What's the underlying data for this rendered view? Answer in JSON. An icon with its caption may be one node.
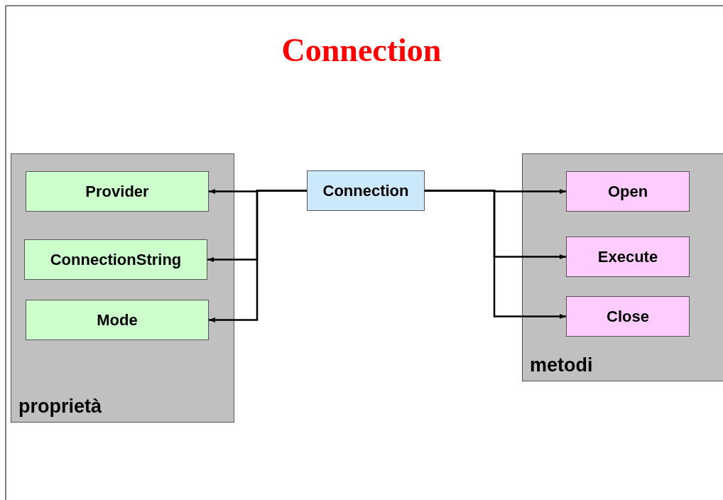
{
  "diagram": {
    "title": "Connection",
    "nodes": [
      {
        "text": [
          "proprietà"
        ]
      },
      {
        "text": [
          "Provider"
        ],
        "in": 0
      },
      {
        "text": [
          "ConnectionString"
        ],
        "in": 0
      },
      {
        "text": [
          "Mode"
        ],
        "in": 0
      },
      {
        "text": [
          "Connection"
        ]
      },
      {
        "text": [
          "metodi"
        ]
      },
      {
        "text": [
          "Open"
        ],
        "in": 5
      },
      {
        "text": [
          "Execute"
        ],
        "in": 5
      },
      {
        "text": [
          "Close"
        ],
        "in": 5
      }
    ],
    "edges": [
      {
        "from": 4,
        "to": 1,
        "arrow": "to"
      },
      {
        "from": 4,
        "to": 2,
        "arrow": "to"
      },
      {
        "from": 4,
        "to": 3,
        "arrow": "to"
      },
      {
        "from": 4,
        "to": 6,
        "arrow": "to"
      },
      {
        "from": 4,
        "to": 7,
        "arrow": "to"
      },
      {
        "from": 4,
        "to": 8,
        "arrow": "to"
      }
    ]
  }
}
